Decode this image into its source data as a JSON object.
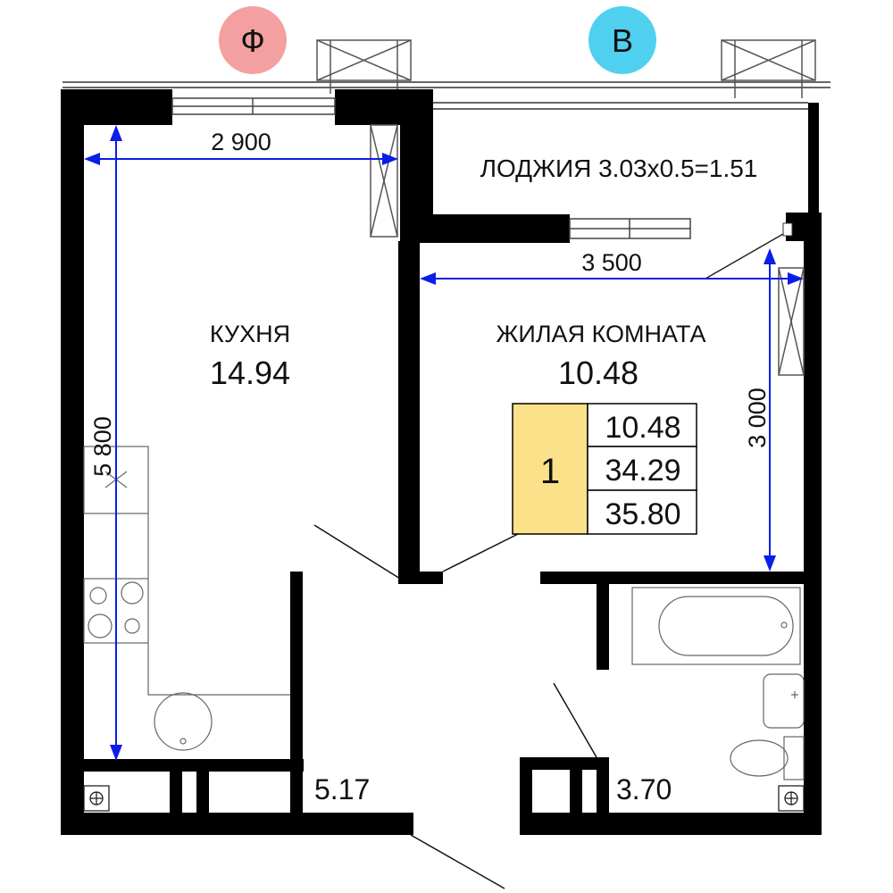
{
  "compass": {
    "left_marker": {
      "label": "Ф",
      "color": "#f4a0a0"
    },
    "right_marker": {
      "label": "В",
      "color": "#4fd0ee"
    }
  },
  "rooms": {
    "kitchen": {
      "name": "КУХНЯ",
      "area": "14.94"
    },
    "living": {
      "name": "ЖИЛАЯ КОМНАТА",
      "area": "10.48"
    },
    "loggia": {
      "label": "ЛОДЖИЯ 3.03x0.5=1.51"
    },
    "hallway": {
      "area": "5.17"
    },
    "bathroom": {
      "area": "3.70"
    }
  },
  "dimensions": {
    "kitchen_width": "2 900",
    "kitchen_length": "5 800",
    "living_width": "3 500",
    "living_length": "3 000",
    "color": "#0a1ee6"
  },
  "summary": {
    "rooms_count": "1",
    "living_area": "10.48",
    "total_area": "34.29",
    "total_with_loggia": "35.80",
    "badge_color": "#fbe18a"
  },
  "icons": {
    "outlet": "circle-plus",
    "stove": "four-burner",
    "sink": "round-sink"
  }
}
